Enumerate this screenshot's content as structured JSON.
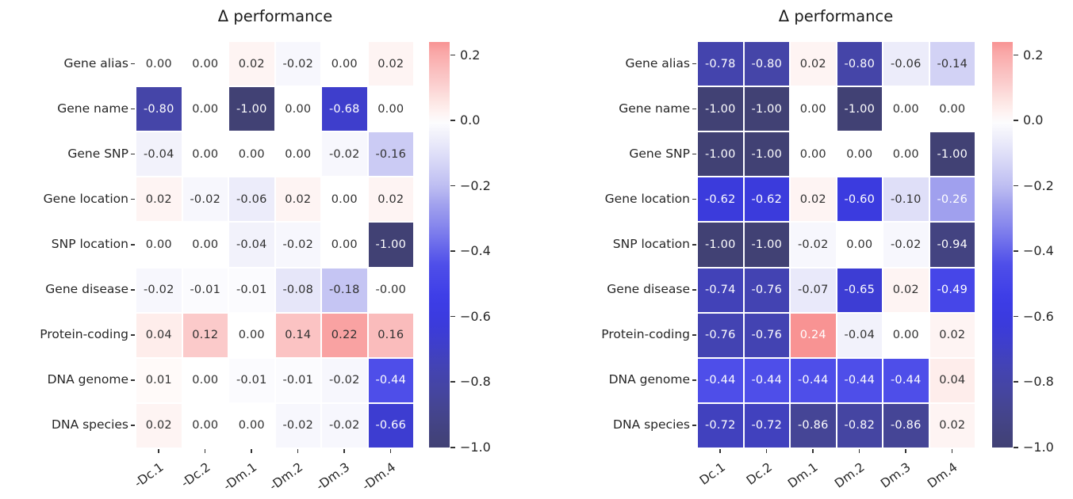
{
  "page": {
    "background": "#ffffff",
    "annot_dark": "#303030",
    "annot_white": "#ffffff"
  },
  "colormap": {
    "anchors": [
      [
        -1.0,
        "#414174"
      ],
      [
        -0.94,
        "#434381"
      ],
      [
        -0.86,
        "#454596"
      ],
      [
        -0.8,
        "#4545A8"
      ],
      [
        -0.76,
        "#4343B2"
      ],
      [
        -0.72,
        "#4141BE"
      ],
      [
        -0.68,
        "#3E3ECC"
      ],
      [
        -0.62,
        "#3B3BDC"
      ],
      [
        -0.55,
        "#3C3CE7"
      ],
      [
        -0.44,
        "#4E4EE9"
      ],
      [
        -0.35,
        "#7A7AEC"
      ],
      [
        -0.26,
        "#A0A0EE"
      ],
      [
        -0.2,
        "#BEBEF2"
      ],
      [
        -0.14,
        "#D2D2F5"
      ],
      [
        -0.08,
        "#E6E6F9"
      ],
      [
        -0.04,
        "#F2F2FB"
      ],
      [
        -0.02,
        "#F7F7FD"
      ],
      [
        0.0,
        "#FFFFFF"
      ],
      [
        0.02,
        "#FEF4F3"
      ],
      [
        0.06,
        "#FDE5E3"
      ],
      [
        0.12,
        "#FBCACA"
      ],
      [
        0.16,
        "#FABCBC"
      ],
      [
        0.22,
        "#F9A2A2"
      ],
      [
        0.25,
        "#F88C8C"
      ]
    ],
    "white_text_below": -0.25,
    "white_text_above": 0.23
  },
  "chart_data": [
    {
      "type": "heatmap",
      "title": "Δ performance",
      "rows": [
        "Gene alias",
        "Gene name",
        "Gene SNP",
        "Gene location",
        "SNP location",
        "Gene disease",
        "Protein-coding",
        "DNA genome",
        "DNA species"
      ],
      "columns": [
        "-Dc.1",
        "-Dc.2",
        "-Dm.1",
        "-Dm.2",
        "-Dm.3",
        "-Dm.4"
      ],
      "cells": [
        [
          "0.00",
          "0.00",
          "0.02",
          "-0.02",
          "0.00",
          "0.02"
        ],
        [
          "-0.80",
          "0.00",
          "-1.00",
          "0.00",
          "-0.68",
          "0.00"
        ],
        [
          "-0.04",
          "0.00",
          "0.00",
          "0.00",
          "-0.02",
          "-0.16"
        ],
        [
          "0.02",
          "-0.02",
          "-0.06",
          "0.02",
          "0.00",
          "0.02"
        ],
        [
          "0.00",
          "0.00",
          "-0.04",
          "-0.02",
          "0.00",
          "-1.00"
        ],
        [
          "-0.02",
          "-0.01",
          "-0.01",
          "-0.08",
          "-0.18",
          "-0.00"
        ],
        [
          "0.04",
          "0.12",
          "0.00",
          "0.14",
          "0.22",
          "0.16"
        ],
        [
          "0.01",
          "0.00",
          "-0.01",
          "-0.01",
          "-0.02",
          "-0.44"
        ],
        [
          "0.02",
          "0.00",
          "0.00",
          "-0.02",
          "-0.02",
          "-0.66"
        ]
      ],
      "vmin": -1.0,
      "vmax": 0.24,
      "center": 0.0,
      "colorbar_ticks": [
        "0.2",
        "0.0",
        "−0.2",
        "−0.4",
        "−0.6",
        "−0.8",
        "−1.0"
      ],
      "colorbar_tick_values": [
        0.2,
        0.0,
        -0.2,
        -0.4,
        -0.6,
        -0.8,
        -1.0
      ],
      "legend_position": "right",
      "grid": false
    },
    {
      "type": "heatmap",
      "title": "Δ performance",
      "rows": [
        "Gene alias",
        "Gene name",
        "Gene SNP",
        "Gene location",
        "SNP location",
        "Gene disease",
        "Protein-coding",
        "DNA genome",
        "DNA species"
      ],
      "columns": [
        "Dc.1",
        "Dc.2",
        "Dm.1",
        "Dm.2",
        "Dm.3",
        "Dm.4"
      ],
      "cells": [
        [
          "-0.78",
          "-0.80",
          "0.02",
          "-0.80",
          "-0.06",
          "-0.14"
        ],
        [
          "-1.00",
          "-1.00",
          "0.00",
          "-1.00",
          "0.00",
          "0.00"
        ],
        [
          "-1.00",
          "-1.00",
          "0.00",
          "0.00",
          "0.00",
          "-1.00"
        ],
        [
          "-0.62",
          "-0.62",
          "0.02",
          "-0.60",
          "-0.10",
          "-0.26"
        ],
        [
          "-1.00",
          "-1.00",
          "-0.02",
          "0.00",
          "-0.02",
          "-0.94"
        ],
        [
          "-0.74",
          "-0.76",
          "-0.07",
          "-0.65",
          "0.02",
          "-0.49"
        ],
        [
          "-0.76",
          "-0.76",
          "0.24",
          "-0.04",
          "0.00",
          "0.02"
        ],
        [
          "-0.44",
          "-0.44",
          "-0.44",
          "-0.44",
          "-0.44",
          "0.04"
        ],
        [
          "-0.72",
          "-0.72",
          "-0.86",
          "-0.82",
          "-0.86",
          "0.02"
        ]
      ],
      "vmin": -1.0,
      "vmax": 0.24,
      "center": 0.0,
      "colorbar_ticks": [
        "0.2",
        "0.0",
        "−0.2",
        "−0.4",
        "−0.6",
        "−0.8",
        "−1.0"
      ],
      "colorbar_tick_values": [
        0.2,
        0.0,
        -0.2,
        -0.4,
        -0.6,
        -0.8,
        -1.0
      ],
      "legend_position": "right",
      "grid": false
    }
  ]
}
